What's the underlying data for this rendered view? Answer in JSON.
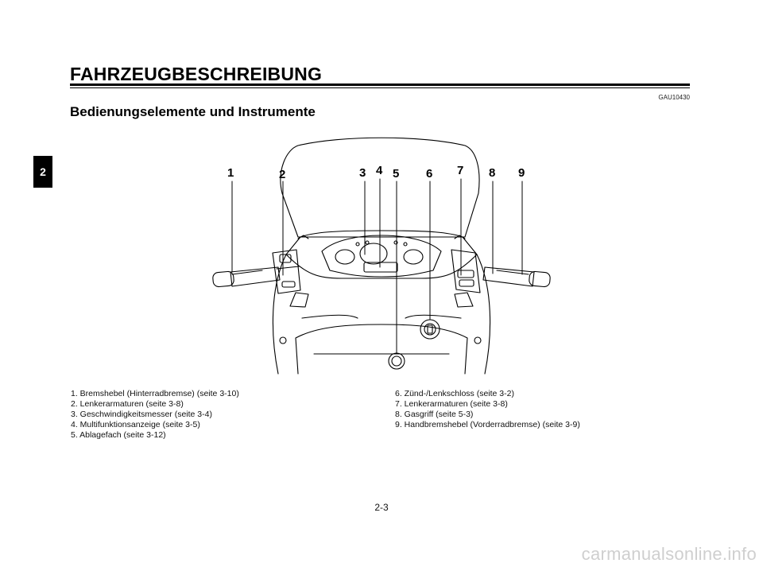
{
  "chapter_tab": "2",
  "page_title": "FAHRZEUGBESCHREIBUNG",
  "ref_code": "GAU10430",
  "section_heading": "Bedienungselemente und Instrumente",
  "callouts": [
    "1",
    "2",
    "3",
    "4",
    "5",
    "6",
    "7",
    "8",
    "9"
  ],
  "legend": [
    "1. Bremshebel (Hinterradbremse) (seite 3-10)",
    "2. Lenkerarmaturen (seite 3-8)",
    "3. Geschwindigkeitsmesser (seite 3-4)",
    "4. Multifunktionsanzeige (seite 3-5)",
    "5. Ablagefach (seite 3-12)",
    "6. Zünd-/Lenkschloss (seite 3-2)",
    "7. Lenkerarmaturen (seite 3-8)",
    "8. Gasgriff (seite 5-3)",
    "9. Handbremshebel (Vorderradbremse) (seite 3-9)"
  ],
  "page_number": "2-3",
  "watermark": "carmanualsonline.info"
}
